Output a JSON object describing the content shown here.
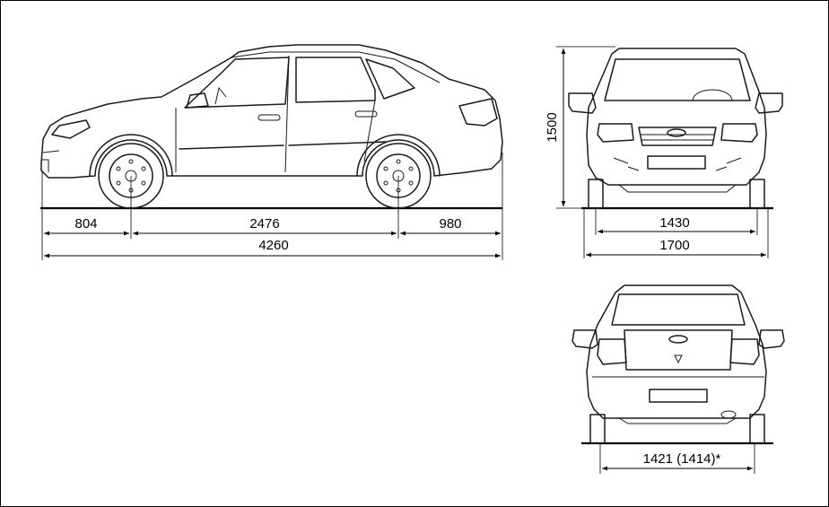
{
  "dimensions": {
    "front_overhang": "804",
    "wheelbase": "2476",
    "rear_overhang": "980",
    "overall_length": "4260",
    "height": "1500",
    "front_track": "1430",
    "overall_width": "1700",
    "rear_track": "1421 (1414)*"
  },
  "colors": {
    "line": "#1a1a1a",
    "background": "#ffffff"
  }
}
